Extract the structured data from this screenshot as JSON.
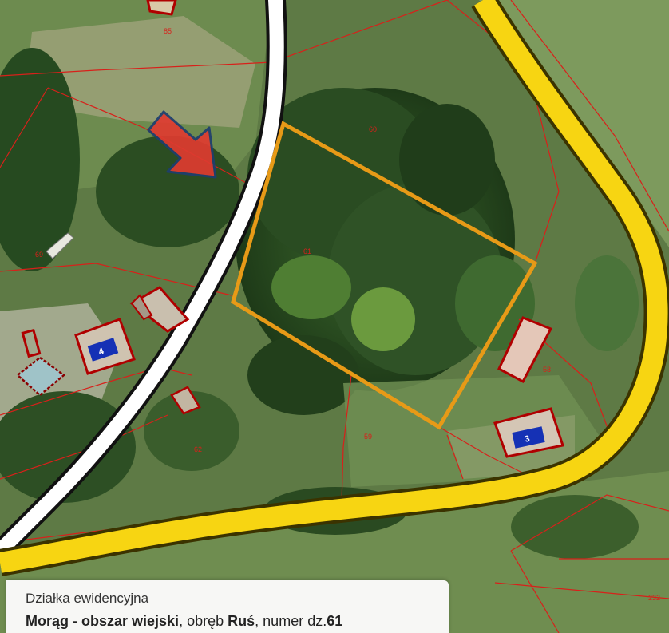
{
  "parcel_info": {
    "title": "Działka ewidencyjna",
    "municipality": "Morąg - obszar wiejski",
    "precinct_prefix": "obręb",
    "precinct": "Ruś",
    "number_prefix": "numer dz.",
    "number": "61"
  },
  "parcel_numbers": [
    "85",
    "61",
    "60",
    "69",
    "58",
    "59",
    "62",
    "232"
  ],
  "building_numbers": [
    "4",
    "3"
  ],
  "colors": {
    "road_fill": "#f7d512",
    "road_outline": "#3b3300",
    "local_road": "#ffffff",
    "parcel_boundary": "#d8201a",
    "selected_parcel": "#e79a17",
    "pointer_arrow": "#df3b30",
    "pointer_outline": "#1f3e6e",
    "building_outline": "#b00000",
    "building_label_bg": "#1531b5"
  },
  "pointer": {
    "icon": "arrow-pointer-icon",
    "points_to": "selected-parcel"
  }
}
